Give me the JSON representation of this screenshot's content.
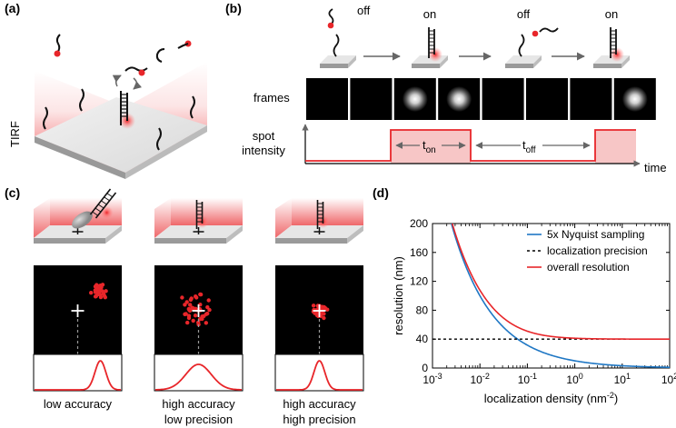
{
  "panels": {
    "a": {
      "label": "(a)",
      "side_label": "TIRF"
    },
    "b": {
      "label": "(b)",
      "states": [
        "off",
        "on",
        "off",
        "on"
      ],
      "frames_label": "frames",
      "frame_pattern": [
        0,
        0,
        1,
        1,
        0,
        0,
        0,
        1
      ],
      "intensity_label_1": "spot",
      "intensity_label_2": "intensity",
      "t_on_main": "t",
      "t_on_sub": "on",
      "t_off_main": "t",
      "t_off_sub": "off",
      "time_label": "time"
    },
    "c": {
      "label": "(c)",
      "captions": [
        {
          "line1": "low accuracy",
          "line2": ""
        },
        {
          "line1": "high accuracy",
          "line2": "low precision"
        },
        {
          "line1": "high accuracy",
          "line2": "high precision"
        }
      ]
    },
    "d": {
      "label": "(d)"
    }
  },
  "colors": {
    "red": "#e8262a",
    "blue": "#1f77c4",
    "pink": "#f7c6c6",
    "arrow": "#666666"
  },
  "chart_data": {
    "type": "line",
    "xlabel_main": "localization density (nm",
    "xlabel_sup": "-2",
    "xlabel_end": ")",
    "ylabel": "resolution (nm)",
    "xscale": "log",
    "xlim": [
      0.001,
      100
    ],
    "ylim": [
      0,
      200
    ],
    "yticks": [
      0,
      40,
      80,
      120,
      160,
      200
    ],
    "xticks": [
      {
        "base": "10",
        "exp": "-3"
      },
      {
        "base": "10",
        "exp": "-2"
      },
      {
        "base": "10",
        "exp": "-1"
      },
      {
        "base": "10",
        "exp": "0"
      },
      {
        "base": "10",
        "exp": "1"
      },
      {
        "base": "10",
        "exp": "2"
      }
    ],
    "legend_position": "top-right",
    "series": [
      {
        "name": "5x Nyquist sampling",
        "color": "#1f77c4",
        "style": "solid",
        "formula": "10/sqrt(x)"
      },
      {
        "name": "localization precision",
        "color": "#000000",
        "style": "dashed",
        "value": 40
      },
      {
        "name": "overall resolution",
        "color": "#e8262a",
        "style": "solid",
        "formula": "sqrt((10/sqrt(x))^2 + 40^2)"
      }
    ]
  }
}
